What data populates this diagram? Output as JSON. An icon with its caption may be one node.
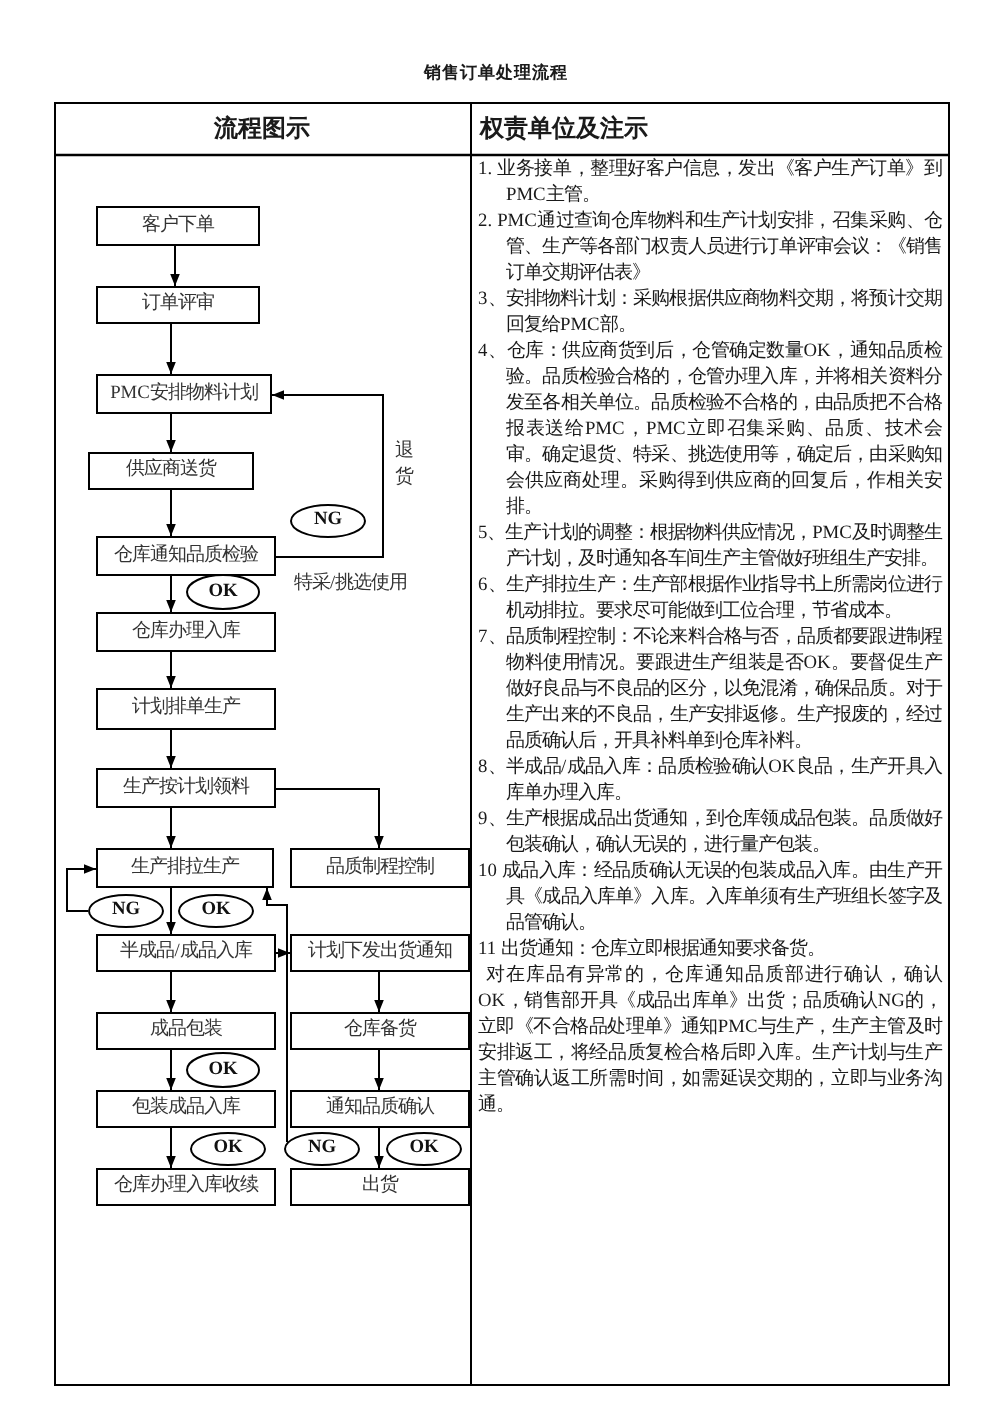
{
  "diagram": {
    "title": "销售订单处理流程",
    "nodes": [
      {
        "text": [
          "客户下单"
        ]
      },
      {
        "text": [
          "订单评审"
        ]
      },
      {
        "text": [
          "PMC安排物料计划"
        ]
      },
      {
        "text": [
          "供应商送货"
        ]
      },
      {
        "text": [
          "NG"
        ]
      },
      {
        "text": [
          "仓库通知品质检验"
        ]
      },
      {
        "text": [
          "OK"
        ]
      },
      {
        "text": [
          "仓库办理入库"
        ]
      },
      {
        "text": [
          "计划排单生产"
        ]
      },
      {
        "text": [
          "生产按计划领料"
        ]
      },
      {
        "text": [
          "生产排拉生产"
        ]
      },
      {
        "text": [
          "品质制程控制"
        ]
      },
      {
        "text": [
          "NG"
        ]
      },
      {
        "text": [
          "OK"
        ]
      },
      {
        "text": [
          "半成品/成品入库"
        ]
      },
      {
        "text": [
          "计划下发出货通知"
        ]
      },
      {
        "text": [
          "成品包装"
        ]
      },
      {
        "text": [
          "仓库备货"
        ]
      },
      {
        "text": [
          "OK"
        ]
      },
      {
        "text": [
          "包装成品入库"
        ]
      },
      {
        "text": [
          "通知品质确认"
        ]
      },
      {
        "text": [
          "OK"
        ]
      },
      {
        "text": [
          "NG"
        ]
      },
      {
        "text": [
          "OK"
        ]
      },
      {
        "text": [
          "仓库办理入库收续"
        ]
      },
      {
        "text": [
          "出货"
        ]
      }
    ],
    "edges": [
      {
        "from": 0,
        "to": 1,
        "arrow": "to"
      },
      {
        "from": 1,
        "to": 2,
        "arrow": "to"
      },
      {
        "from": 2,
        "to": 3,
        "arrow": "to"
      },
      {
        "from": 3,
        "to": 5,
        "arrow": "to"
      },
      {
        "from": 5,
        "to": 2,
        "arrow": "to",
        "label": "退货"
      },
      {
        "from": 5,
        "to": 7,
        "arrow": "to"
      },
      {
        "from": 7,
        "to": 8,
        "arrow": "to"
      },
      {
        "from": 8,
        "to": 9,
        "arrow": "to"
      },
      {
        "from": 9,
        "to": 11,
        "arrow": "to"
      },
      {
        "from": 9,
        "to": 10,
        "arrow": "to"
      },
      {
        "from": 10,
        "to": 14,
        "arrow": "to"
      },
      {
        "from": 12,
        "to": 10,
        "arrow": "to"
      },
      {
        "from": 14,
        "to": 15,
        "arrow": "to"
      },
      {
        "from": 14,
        "to": 16,
        "arrow": "to"
      },
      {
        "from": 15,
        "to": 17,
        "arrow": "to"
      },
      {
        "from": 16,
        "to": 19,
        "arrow": "to"
      },
      {
        "from": 17,
        "to": 20,
        "arrow": "to"
      },
      {
        "from": 19,
        "to": 24,
        "arrow": "to"
      },
      {
        "from": 20,
        "to": 25,
        "arrow": "to"
      },
      {
        "from": 22,
        "to": 10,
        "arrow": "to"
      }
    ],
    "labels": [
      "流程图示",
      "权责单位及注示",
      "特采/挑选使用",
      "1. 业务接单，整理好客户信息，发出《客户生产订单》到PMC主管。",
      "2. PMC通过查询仓库物料和生产计划安排，召集采购、仓管、生产等各部门权责人员进行订单评审会议：《销售订单交期评估表》",
      "3、安排物料计划：采购根据供应商物料交期，将预计交期回复给PMC部。",
      "4、仓库：供应商货到后，仓管确定数量OK，通知品质检验。品质检验合格的，仓管办理入库，并将相关资料分发至各相关单位。品质检验不合格的，由品质把不合格报表送给PMC，PMC立即召集采购、品质、技术会审。确定退货、特采、挑选使用等，确定后，由采购知会供应商处理。采购得到供应商的回复后，作相关安排。",
      "5、生产计划的调整：根据物料供应情况，PMC及时调整生产计划，及时通知各车间生产主管做好班组生产安排。",
      "6、生产排拉生产：生产部根据作业指导书上所需岗位进行机动排拉。要求尽可能做到工位合理，节省成本。",
      "7、品质制程控制：不论来料合格与否，品质都要跟进制程物料使用情况。要跟进生产组装是否OK。要督促生产做好良品与不良品的区分，以免混淆，确保品质。对于生产出来的不良品，生产安排返修。生产报废的，经过品质确认后，开具补料单到仓库补料。",
      "8、半成品/成品入库：品质检验确认OK良品，生产开具入库单办理入库。",
      "9、生产根据成品出货通知，到仓库领成品包装。品质做好包装确认，确认无误的，进行量产包装。",
      "10 成品入库：经品质确认无误的包装成品入库。由生产开具《成品入库单》入库。入库单须有生产班组长签字及品管确认。",
      "11 出货通知：仓库立即根据通知要求备货。",
      "对在库品有异常的，仓库通知品质部进行确认，确认OK，销售部开具《成品出库单》出货；品质确认NG的，立即《不合格品处理单》通知PMC与生产，生产主管及时安排返工，将经品质复检合格后即入库。生产计划与生产主管确认返工所需时间，如需延误交期的，立即与业务沟通。"
    ]
  }
}
